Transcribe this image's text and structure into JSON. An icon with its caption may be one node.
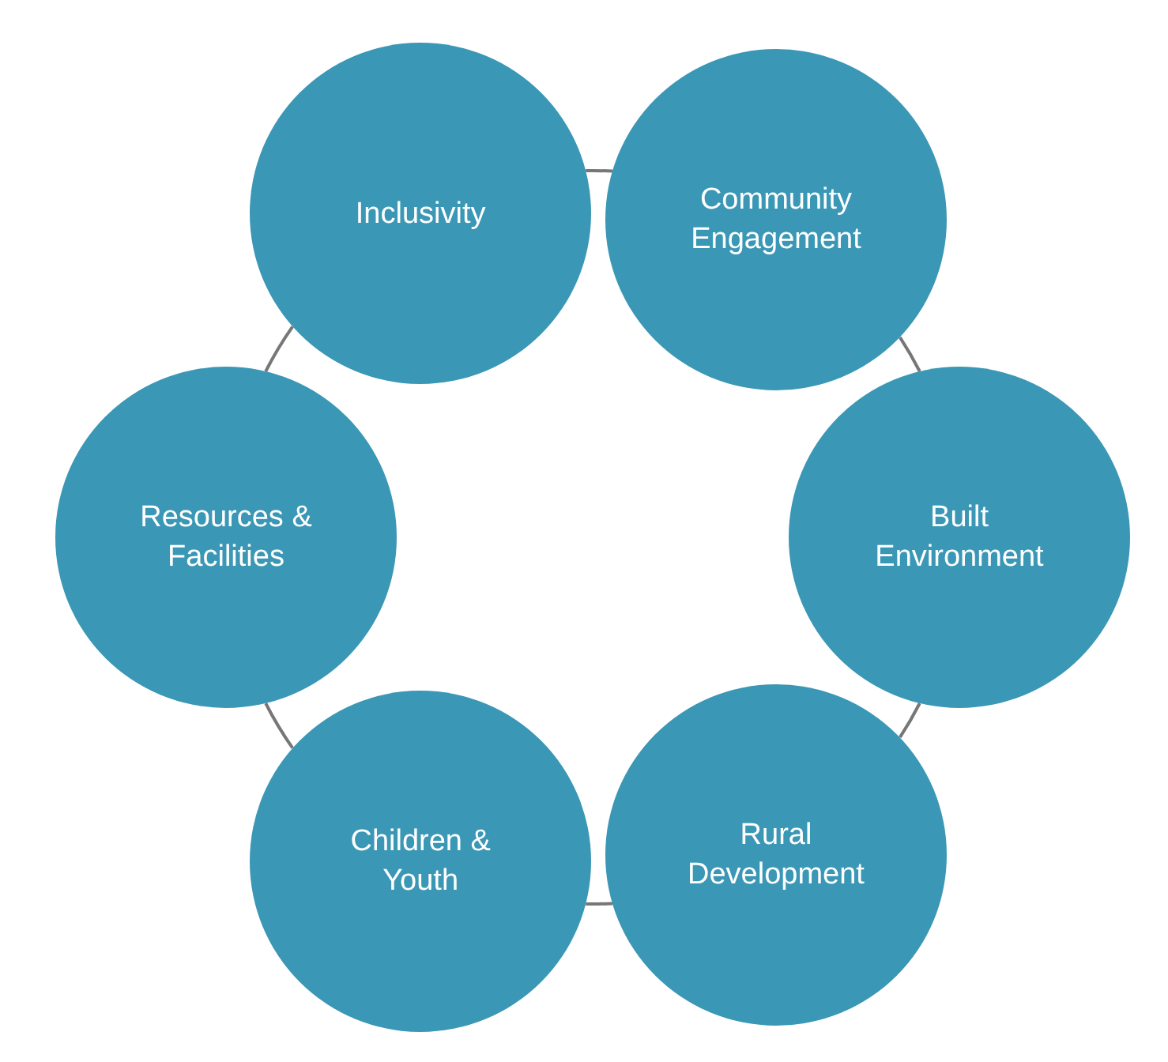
{
  "diagram": {
    "nodes": [
      {
        "text": [
          "Inclusivity"
        ]
      },
      {
        "text": [
          "Community Engagement"
        ]
      },
      {
        "text": [
          "Built Environment"
        ]
      },
      {
        "text": [
          "Rural Development"
        ]
      },
      {
        "text": [
          "Children & Youth"
        ]
      },
      {
        "text": [
          "Resources & Facilities"
        ]
      }
    ],
    "edges": [
      {
        "from": 0,
        "to": 1,
        "arrow": "none"
      },
      {
        "from": 1,
        "to": 2,
        "arrow": "none"
      },
      {
        "from": 2,
        "to": 3,
        "arrow": "none"
      },
      {
        "from": 3,
        "to": 4,
        "arrow": "none"
      },
      {
        "from": 4,
        "to": 5,
        "arrow": "none"
      },
      {
        "from": 5,
        "to": 0,
        "arrow": "none"
      }
    ]
  }
}
